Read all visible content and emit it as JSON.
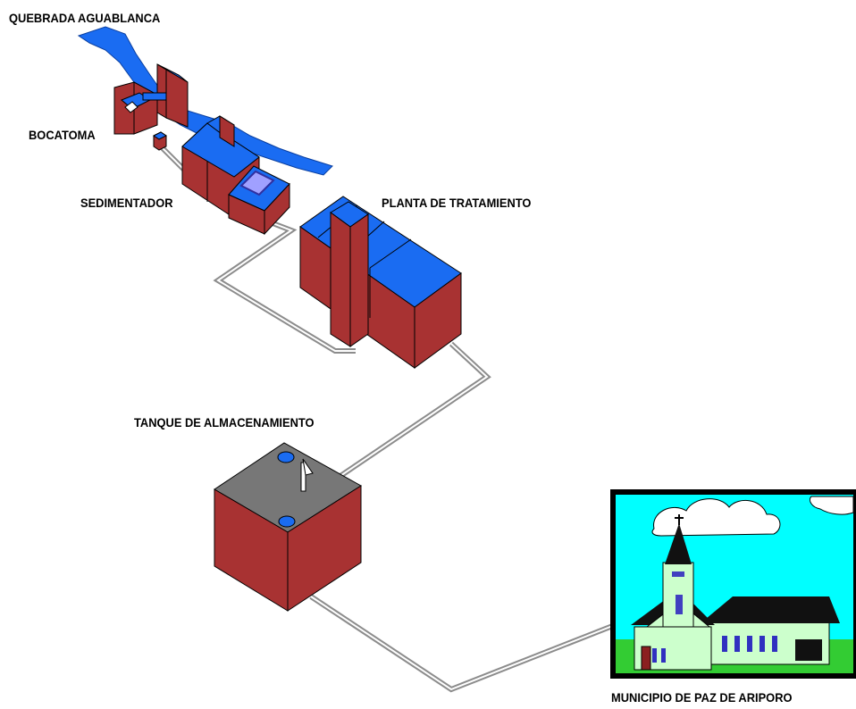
{
  "labels": {
    "quebrada": "QUEBRADA AGUABLANCA",
    "bocatoma": "BOCATOMA",
    "sedimentador": "SEDIMENTADOR",
    "planta": "PLANTA DE TRATAMIENTO",
    "tanque": "TANQUE DE ALMACENAMIENTO",
    "municipio": "MUNICIPIO DE PAZ DE ARIPORO"
  },
  "colors": {
    "water": "#1a6cf2",
    "wall": "#a83232",
    "roof": "#777777",
    "pipe": "#9a9a9a",
    "sky": "#00ffff",
    "grass": "#33cc33",
    "church_wall": "#ccffcc",
    "church_roof": "#111111"
  }
}
